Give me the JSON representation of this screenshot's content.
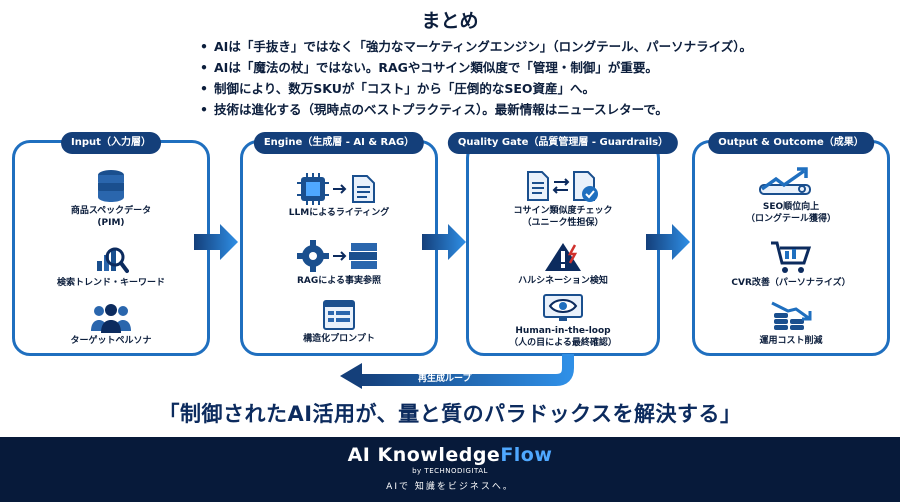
{
  "summary": {
    "title": "まとめ",
    "bullets": [
      "AIは「手抜き」ではなく「強力なマーケティングエンジン」（ロングテール、パーソナライズ）。",
      "AIは「魔法の杖」ではない。RAGやコサイン類似度で「管理・制御」が重要。",
      "制御により、数万SKUが「コスト」から「圧倒的なSEO資産」へ。",
      "技術は進化する（現時点のベストプラクティス）。最新情報はニュースレターで。"
    ]
  },
  "stages": {
    "input": {
      "title": "Input（入力層）",
      "items": [
        "商品スペックデータ\n(PIM)",
        "検索トレンド・キーワード",
        "ターゲットペルソナ"
      ]
    },
    "engine": {
      "title": "Engine（生成層 - AI & RAG）",
      "items": [
        "LLMによるライティング",
        "RAGによる事実参照",
        "構造化プロンプト"
      ]
    },
    "quality": {
      "title": "Quality Gate（品質管理層 - Guardrails）",
      "items": [
        "コサイン類似度チェック\n（ユニーク性担保）",
        "ハルシネーション検知",
        "Human-in-the-loop\n（人の目による最終確認）"
      ]
    },
    "output": {
      "title": "Output & Outcome（成果）",
      "items": [
        "SEO順位向上\n（ロングテール獲得）",
        "CVR改善（パーソナライズ）",
        "運用コスト削減"
      ]
    }
  },
  "loop_label": "再生成ループ",
  "tagline": "「制御されたAI活用が、量と質のパラドックスを解決する」",
  "footer": {
    "brand_part1": "AI Knowledge",
    "brand_part2": "Flow",
    "byline": "by TECHNODIGITAL",
    "slogan": "AIで 知識をビジネスへ。"
  },
  "colors": {
    "navy": "#143f7a",
    "accent_blue": "#1f6fbf",
    "footer_bg": "#071a3a",
    "alert_red": "#d0312d"
  }
}
